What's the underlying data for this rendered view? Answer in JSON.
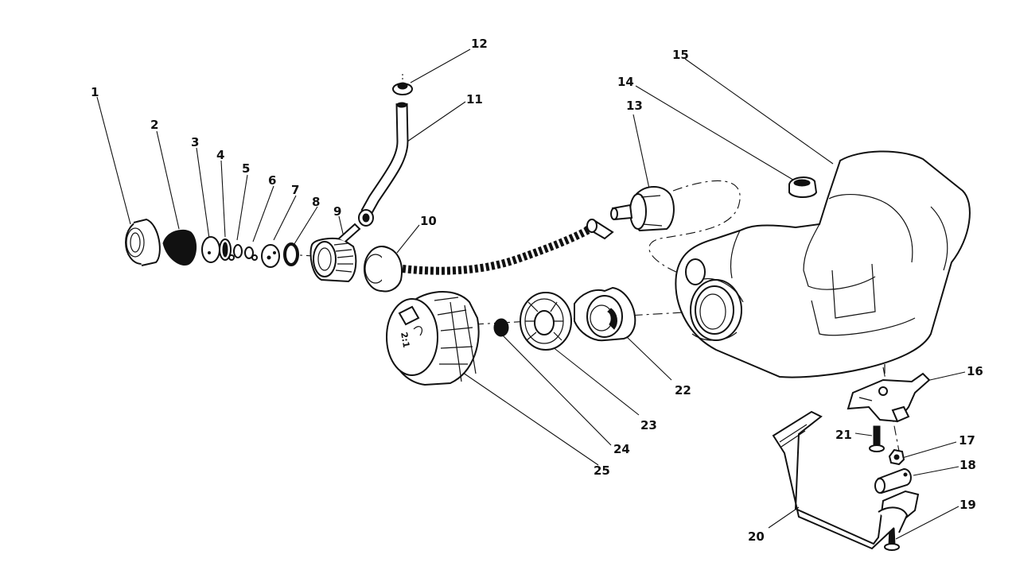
{
  "callouts": {
    "c1": "1",
    "c2": "2",
    "c3": "3",
    "c4": "4",
    "c5": "5",
    "c6": "6",
    "c7": "7",
    "c8": "8",
    "c9": "9",
    "c10": "10",
    "c11": "11",
    "c12": "12",
    "c13": "13",
    "c14": "14",
    "c15": "15",
    "c16": "16",
    "c17": "17",
    "c18": "18",
    "c19": "19",
    "c20": "20",
    "c21": "21",
    "c22": "22",
    "c23": "23",
    "c24": "24",
    "c25": "25"
  },
  "cap_marking": "2:1"
}
